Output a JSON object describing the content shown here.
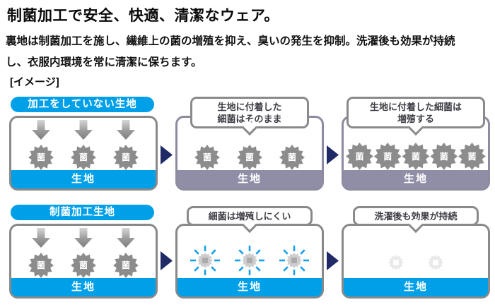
{
  "header": {
    "title": "制菌加工で安全、快適、清潔なウェア。",
    "body_lines": [
      "裏地は制菌加工を施し、繊維上の菌の増殖を抑え、臭いの発生を抑制。洗濯後も効果が持続",
      "し、衣服内環境を常に清潔に保ちます。"
    ],
    "image_label": "[イメージ]"
  },
  "labels": {
    "fabric": "生地",
    "germ": "菌"
  },
  "rows": [
    {
      "pill": "加工をしていない生地",
      "panels": [
        {
          "name": "untreated-fabric-germs-landing"
        },
        {
          "bubble_lines": [
            "生地に付着した",
            "細菌はそのまま"
          ]
        },
        {
          "bubble_lines": [
            "生地に付着した細菌は",
            "増殖する"
          ]
        }
      ]
    },
    {
      "pill": "制菌加工生地",
      "panels": [
        {
          "name": "treated-fabric-germs-landing"
        },
        {
          "bubble_lines": [
            "細菌は増殖しにくい"
          ]
        },
        {
          "bubble_lines": [
            "洗濯後も効果が持続"
          ]
        }
      ]
    }
  ],
  "colors": {
    "accent_blue": "#00a0e9",
    "navy_step_arrow": "#1f2a66",
    "panel_border_gray": "#898989",
    "panel_border_purple": "#8d8ba1",
    "fabric_bar_purple": "#908ea6",
    "germ_gray": "#8c8c8c",
    "faded_germ_gray": "#cdcdcd",
    "faint_germ_gray": "#e9e9e9",
    "burst_ray_blue": "#18a0e8",
    "text_black": "#0a0a0a"
  }
}
